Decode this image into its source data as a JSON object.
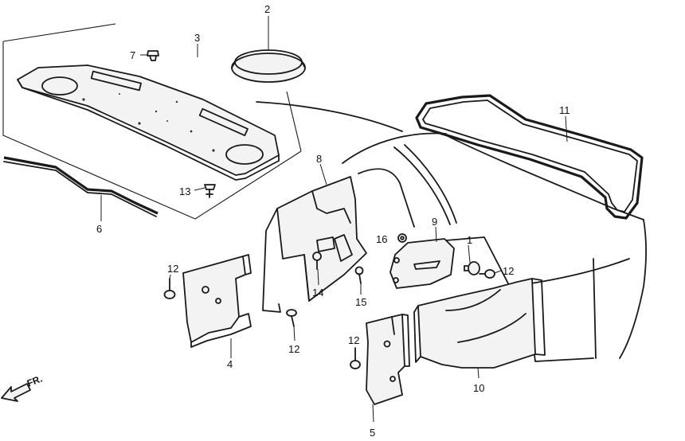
{
  "diagram": {
    "callouts": {
      "c1": "1",
      "c2": "2",
      "c3": "3",
      "c4": "4",
      "c5": "5",
      "c6": "6",
      "c7": "7",
      "c8": "8",
      "c9": "9",
      "c10": "10",
      "c11": "11",
      "c12a": "12",
      "c12b": "12",
      "c12c": "12",
      "c12d": "12",
      "c13": "13",
      "c14": "14",
      "c15": "15",
      "c16": "16"
    },
    "front_indicator": "FR."
  }
}
